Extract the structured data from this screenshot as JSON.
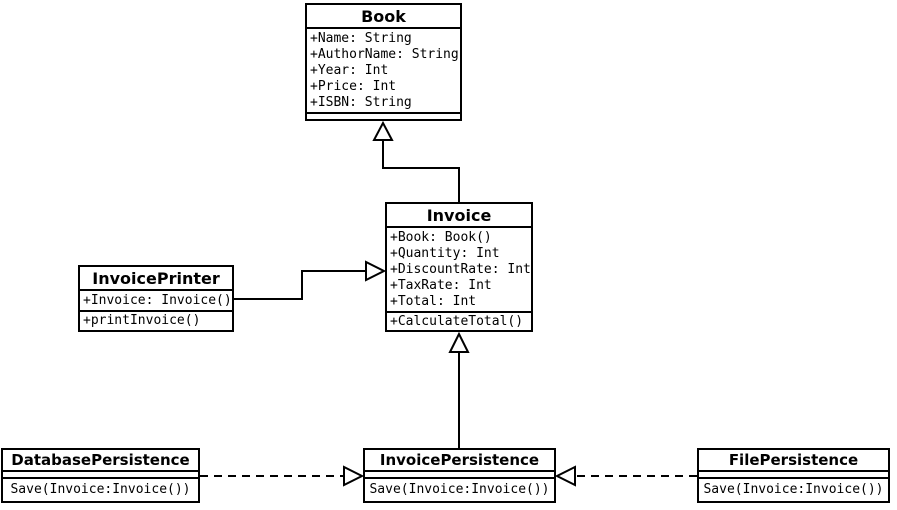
{
  "diagram": {
    "type": "uml-class-diagram",
    "background_color": "#ffffff",
    "line_color": "#000000"
  },
  "classes": {
    "book": {
      "name": "Book",
      "attributes": [
        "+Name: String",
        "+AuthorName: String",
        "+Year: Int",
        "+Price: Int",
        "+ISBN: String"
      ],
      "methods": []
    },
    "invoice": {
      "name": "Invoice",
      "attributes": [
        "+Book: Book()",
        "+Quantity: Int",
        "+DiscountRate: Int",
        "+TaxRate: Int",
        "+Total: Int"
      ],
      "methods": [
        "+CalculateTotal()"
      ]
    },
    "invoice_printer": {
      "name": "InvoicePrinter",
      "attributes": [
        "+Invoice: Invoice()"
      ],
      "methods": [
        "+printInvoice()"
      ]
    },
    "database_persistence": {
      "name": "DatabasePersistence",
      "attributes": [],
      "methods": [
        "Save(Invoice:Invoice())"
      ]
    },
    "invoice_persistence": {
      "name": "InvoicePersistence",
      "attributes": [],
      "methods": [
        "Save(Invoice:Invoice())"
      ]
    },
    "file_persistence": {
      "name": "FilePersistence",
      "attributes": [],
      "methods": [
        "Save(Invoice:Invoice())"
      ]
    }
  },
  "relationships": [
    {
      "from": "Invoice",
      "to": "Book",
      "type": "generalization",
      "arrow": "hollow-triangle",
      "line": "solid"
    },
    {
      "from": "InvoicePrinter",
      "to": "Invoice",
      "type": "generalization",
      "arrow": "hollow-triangle",
      "line": "solid"
    },
    {
      "from": "InvoicePersistence",
      "to": "Invoice",
      "type": "generalization",
      "arrow": "hollow-triangle",
      "line": "solid"
    },
    {
      "from": "DatabasePersistence",
      "to": "InvoicePersistence",
      "type": "realization",
      "arrow": "hollow-triangle",
      "line": "dashed"
    },
    {
      "from": "FilePersistence",
      "to": "InvoicePersistence",
      "type": "realization",
      "arrow": "hollow-triangle",
      "line": "dashed"
    }
  ]
}
